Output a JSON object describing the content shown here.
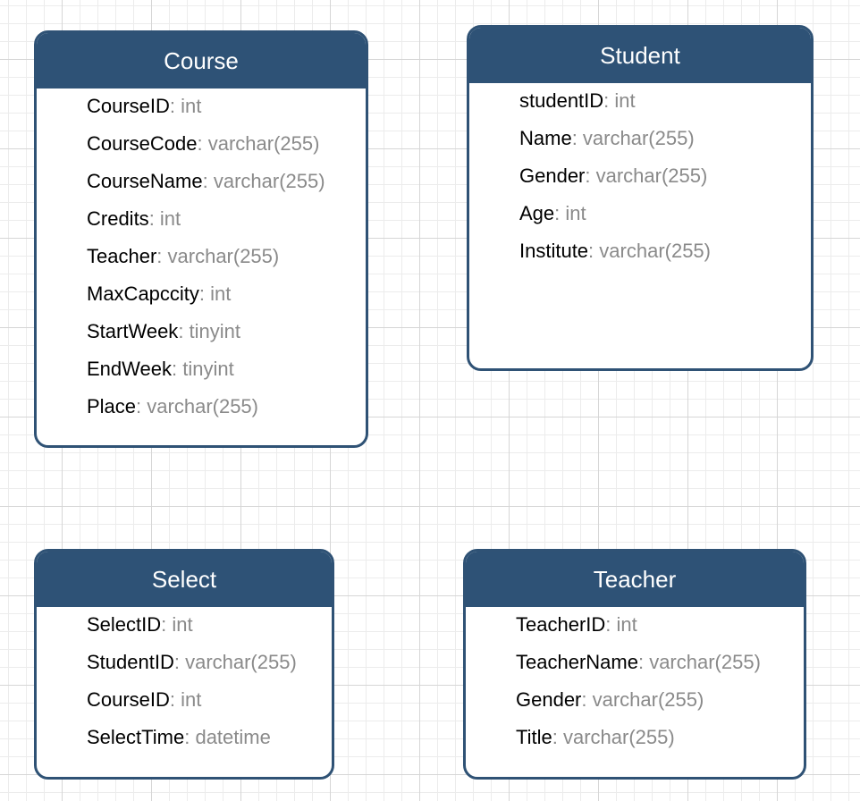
{
  "entities": [
    {
      "id": "course",
      "title": "Course",
      "fields": [
        {
          "name": "CourseID",
          "type": "int"
        },
        {
          "name": "CourseCode",
          "type": "varchar(255)"
        },
        {
          "name": "CourseName",
          "type": "varchar(255)"
        },
        {
          "name": "Credits",
          "type": "int"
        },
        {
          "name": "Teacher",
          "type": "varchar(255)"
        },
        {
          "name": "MaxCapccity",
          "type": "int"
        },
        {
          "name": "StartWeek",
          "type": "tinyint"
        },
        {
          "name": "EndWeek",
          "type": "tinyint"
        },
        {
          "name": "Place",
          "type": "varchar(255)"
        }
      ]
    },
    {
      "id": "student",
      "title": "Student",
      "fields": [
        {
          "name": "studentID",
          "type": "int"
        },
        {
          "name": "Name",
          "type": "varchar(255)"
        },
        {
          "name": "Gender",
          "type": "varchar(255)"
        },
        {
          "name": "Age",
          "type": "int"
        },
        {
          "name": "Institute",
          "type": "varchar(255)"
        }
      ]
    },
    {
      "id": "select",
      "title": "Select",
      "fields": [
        {
          "name": "SelectID",
          "type": "int"
        },
        {
          "name": "StudentID",
          "type": "varchar(255)"
        },
        {
          "name": "CourseID",
          "type": "int"
        },
        {
          "name": "SelectTime",
          "type": "datetime"
        }
      ]
    },
    {
      "id": "teacher",
      "title": "Teacher",
      "fields": [
        {
          "name": "TeacherID",
          "type": "int"
        },
        {
          "name": "TeacherName",
          "type": "varchar(255)"
        },
        {
          "name": "Gender",
          "type": "varchar(255)"
        },
        {
          "name": "Title",
          "type": "varchar(255)"
        }
      ]
    }
  ],
  "colors": {
    "header_bg": "#2e5276",
    "border": "#2f5275",
    "field_name": "#000000",
    "field_type": "#8a8a8a",
    "grid_major": "#d6d6d6",
    "grid_minor": "#ececec"
  }
}
